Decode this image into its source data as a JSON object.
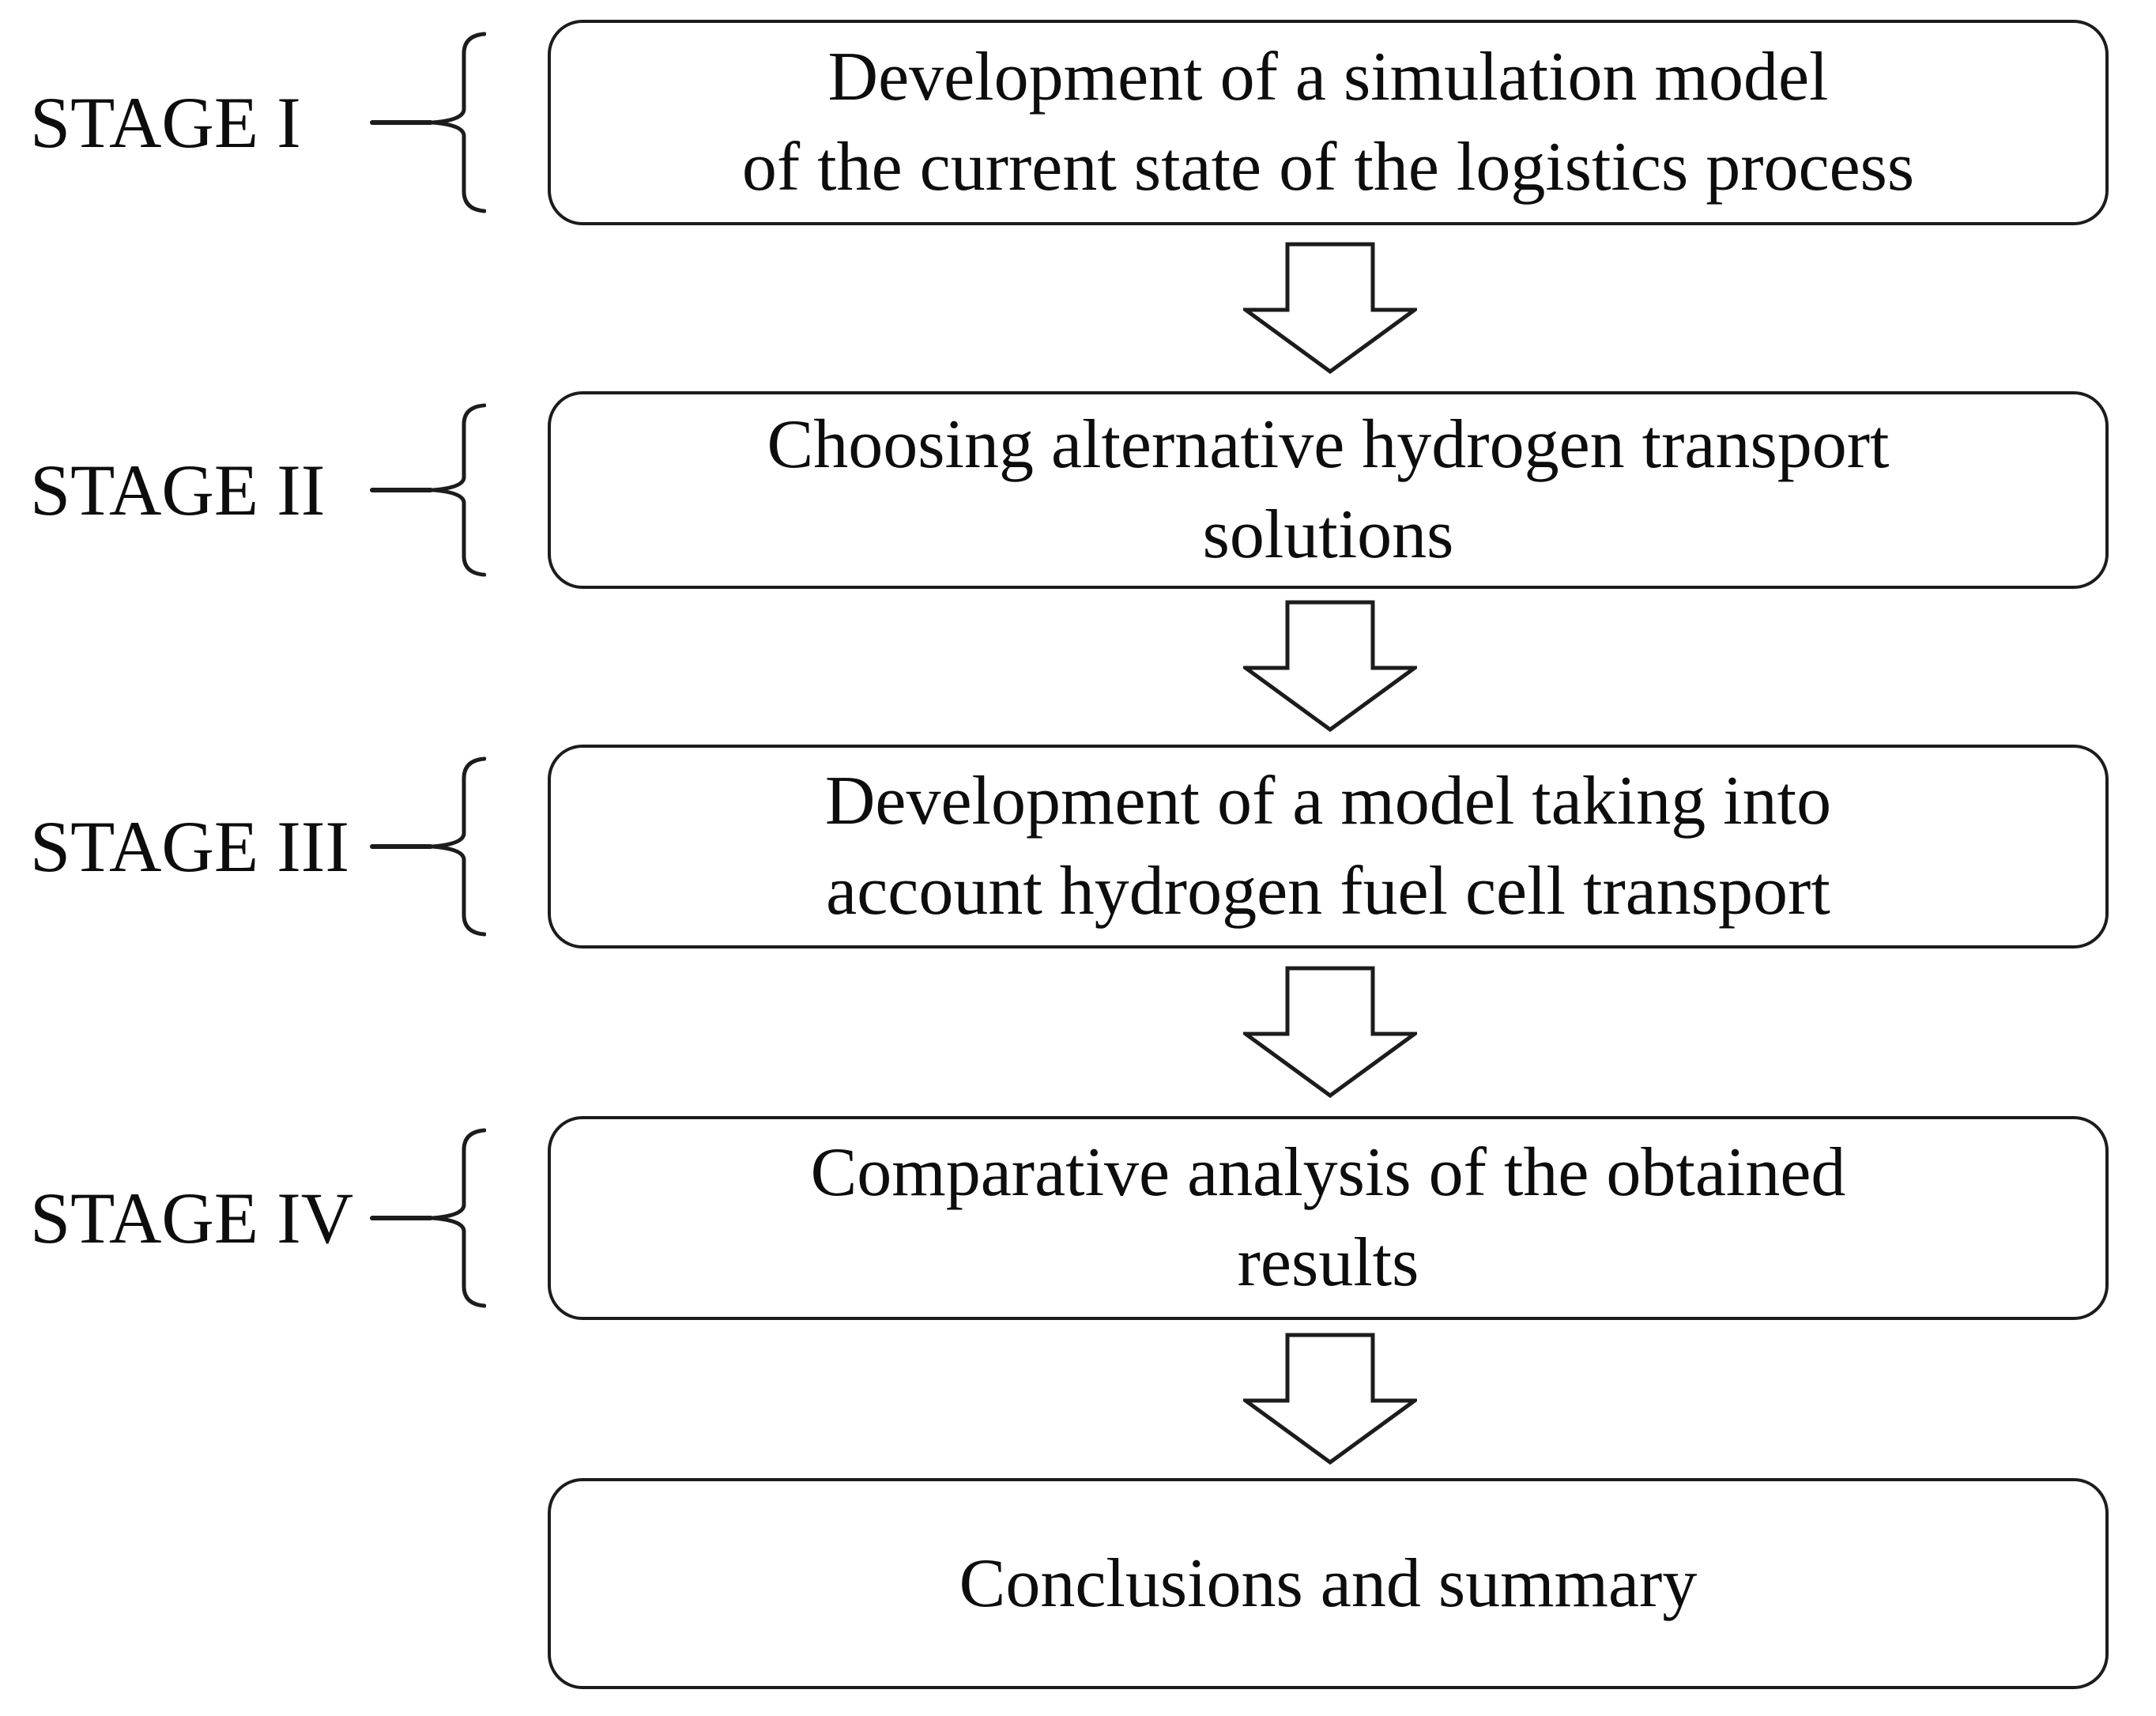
{
  "diagram": {
    "stages": [
      {
        "label": "STAGE I",
        "box_lines": [
          "Development of a simulation model",
          "of the current state of the logistics process"
        ]
      },
      {
        "label": "STAGE II",
        "box_lines": [
          "Choosing alternative hydrogen transport",
          "solutions"
        ]
      },
      {
        "label": "STAGE III",
        "box_lines": [
          "Development of a model taking into",
          "account hydrogen fuel cell transport"
        ]
      },
      {
        "label": "STAGE IV",
        "box_lines": [
          "Comparative analysis of the obtained",
          "results"
        ]
      }
    ],
    "final_box": {
      "line": "Conclusions and summary"
    },
    "icons": {
      "arrow": "block-down-arrow-icon",
      "brace": "left-curly-brace"
    },
    "colors": {
      "stroke": "#1c1c1c",
      "background": "#ffffff",
      "text": "#0d0d0d"
    }
  }
}
